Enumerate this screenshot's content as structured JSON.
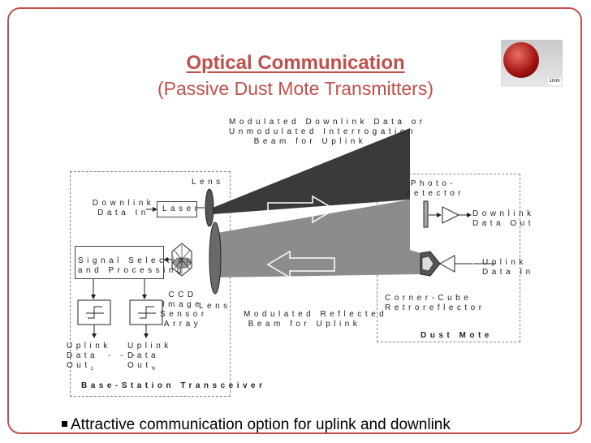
{
  "slide": {
    "title": "Optical Communication",
    "subtitle": "(Passive Dust Mote Transmitters)",
    "bullet": "Attractive communication option for uplink and downlink"
  },
  "photo": {
    "scale_label": "1mm"
  },
  "diagram": {
    "beam_downlink_label": "Modulated Downlink Data or\nUnmodulated Interrogation\nBeam for Uplink",
    "beam_uplink_label": "Modulated Reflected\nBeam for Uplink",
    "base_station": {
      "title": "Base-Station Transceiver",
      "lens_top": "Lens",
      "lens_bottom": "Lens",
      "downlink_in": "Downlink\nData In",
      "laser": "Laser",
      "signal_selection": "Signal Selection\nand Processing",
      "ccd": "CCD\nImage\nSensor\nArray",
      "uplink_out_1": "Uplink\nData\nOut",
      "uplink_out_1_sub": "1",
      "uplink_out_n": "Uplink\nData\nOut",
      "uplink_out_n_sub": "N",
      "ellipsis": "- - -"
    },
    "dust_mote": {
      "title": "Dust Mote",
      "photodetector": "Photo-\ndetector",
      "downlink_out": "Downlink\nData Out",
      "uplink_in": "Uplink\nData In",
      "corner_cube": "Corner-Cube\nRetroreflector"
    }
  },
  "colors": {
    "accent": "#c0504d",
    "dark_beam": "#3a3a3a",
    "light_beam": "#8c8c8c"
  }
}
